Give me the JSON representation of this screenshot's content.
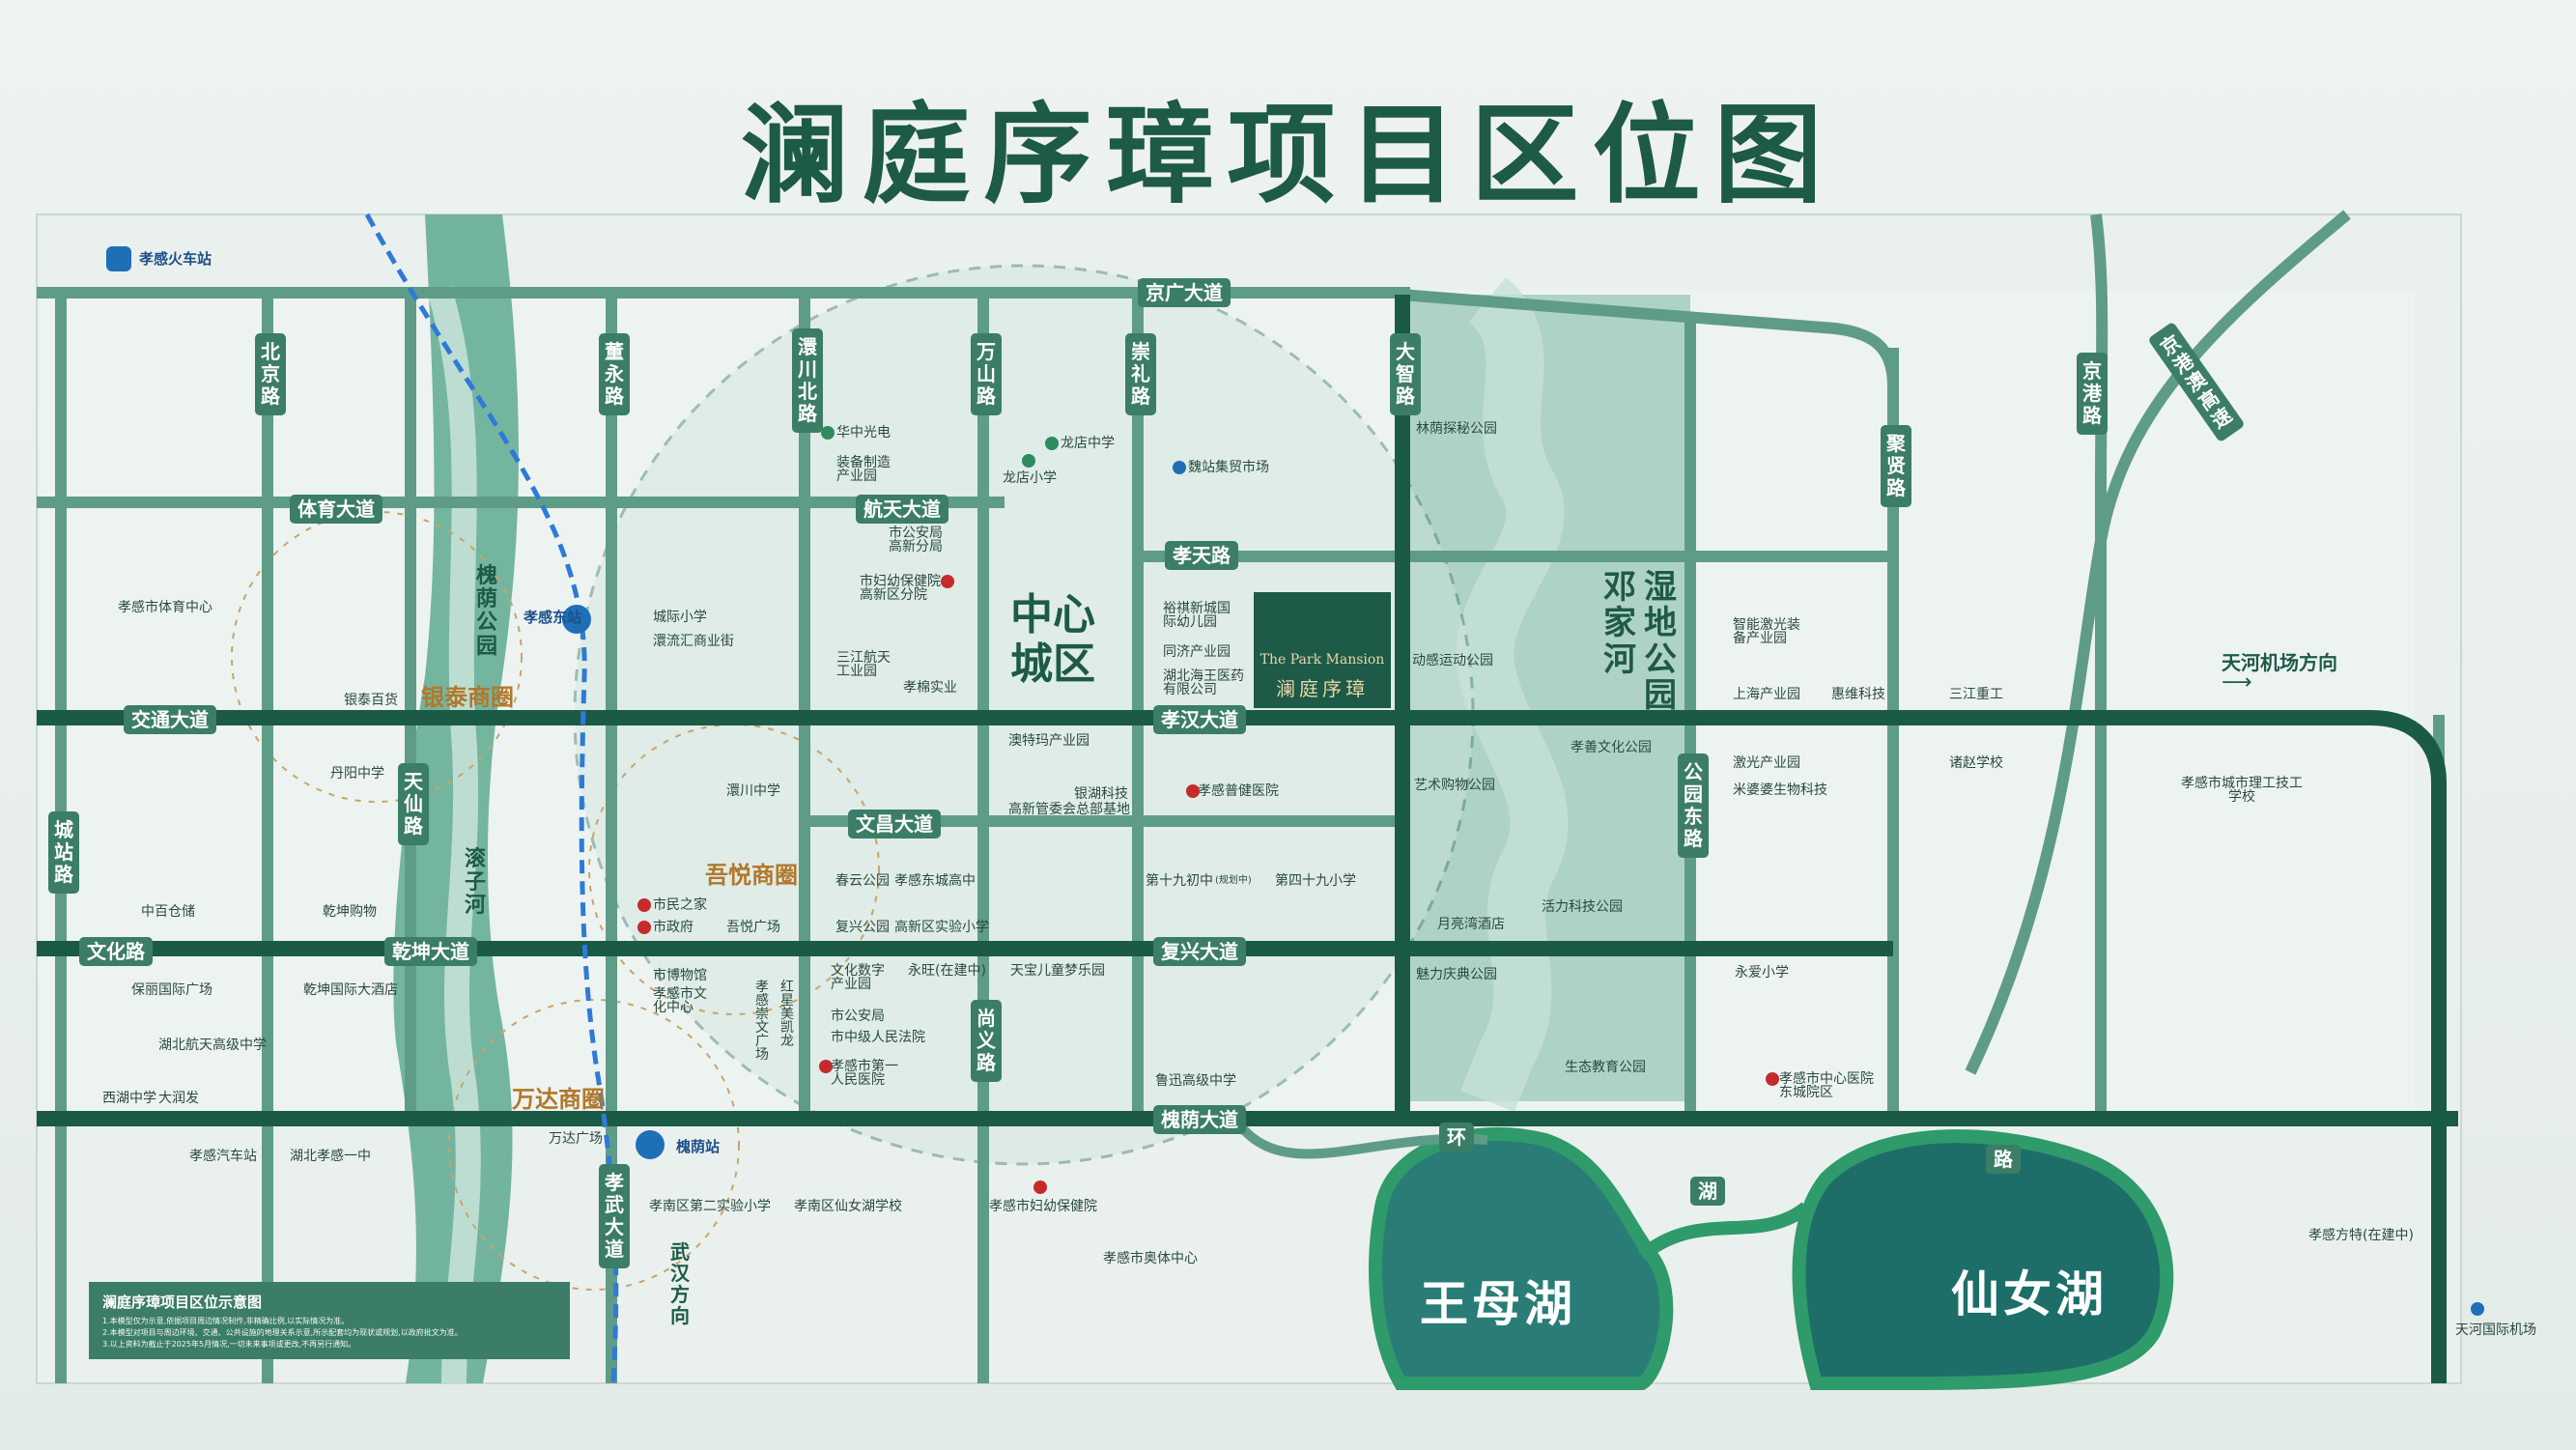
{
  "title": "澜庭序璋项目区位图",
  "colors": {
    "road": "#3b7d67",
    "main_road": "#1b5a45",
    "park": "#4f9c83",
    "lake": "#1d6e68",
    "title": "#1d5a47",
    "business": "#b2782a"
  },
  "roads": {
    "jingguang": "京广大道",
    "tiyu": "体育大道",
    "hangtian": "航天大道",
    "xiaotian": "孝天路",
    "jiaotong": "交通大道",
    "xiaohan": "孝汉大道",
    "wenchang": "文昌大道",
    "wenhua": "文化路",
    "qiankun": "乾坤大道",
    "fuxing": "复兴大道",
    "huaiyin": "槐荫大道",
    "beijing": "北京路",
    "dongyong": "董永路",
    "yuchuanbei": "澴川北路",
    "wanshan": "万山路",
    "chongli": "崇礼路",
    "dazhi": "大智路",
    "juxian": "聚贤路",
    "jinggang": "京港路",
    "jinggangao": "京港澳高速",
    "chengzhan": "城站路",
    "tianxian": "天仙路",
    "gongyuandong": "公园东路",
    "shangyi": "尚义路",
    "xiaowu": "孝武大道",
    "huan": "环",
    "hu": "湖",
    "lu": "路"
  },
  "districts": {
    "center": "中心城区",
    "yintai": "银泰商圈",
    "wuyue": "吾悦商圈",
    "wanda": "万达商圈"
  },
  "parks": {
    "huaiyin": "槐荫公园",
    "denjiahe": "邓家河",
    "shidi": "湿地公园",
    "gunzi": "滚子河",
    "wangmu": "王母湖",
    "xiannv": "仙女湖"
  },
  "project": {
    "en": "The Park Mansion",
    "cn": "澜庭序璋"
  },
  "stations": {
    "train": "孝感火车站",
    "dong": "孝感东站",
    "huaiyin_st": "槐荫站"
  },
  "directions": {
    "airport": "天河机场方向",
    "wuhan": "武汉方向"
  },
  "pois": {
    "p1": "华中光电",
    "p2": "装备制造产业园",
    "p3": "龙店中学",
    "p4": "龙店小学",
    "p5": "魏站集贸市场",
    "p6": "林荫探秘公园",
    "p7": "市公安局高新分局",
    "p8": "市妇幼保健院高新区分院",
    "p9": "裕祺新城国际幼儿园",
    "p10": "同济产业园",
    "p11": "湖北海王医药有限公司",
    "p12": "三江航天工业园",
    "p13": "孝棉实业",
    "p14": "动感运动公园",
    "p15": "智能激光装备产业园",
    "p16": "上海产业园",
    "p17": "惠维科技",
    "p18": "三江重工",
    "p19": "孝感市体育中心",
    "p20": "城际小学",
    "p21": "澴流汇商业街",
    "p22": "银泰百货",
    "p23": "丹阳中学",
    "p24": "澴川中学",
    "p25": "澳特玛产业园",
    "p26": "银湖科技",
    "p27": "高新管委会总部基地",
    "p28": "孝感普健医院",
    "p29": "孝善文化公园",
    "p30": "艺术购物公园",
    "p31": "激光产业园",
    "p32": "米婆婆生物科技",
    "p33": "诸赵学校",
    "p34": "孝感市城市理工技工学校",
    "p35": "春云公园",
    "p36": "孝感东城高中",
    "p37": "复兴公园",
    "p38": "高新区实验小学",
    "p39": "市民之家",
    "p40": "市政府",
    "p41": "吾悦广场",
    "p42": "第十九初中",
    "p43": "第四十九小学",
    "p44": "(规划中)",
    "p45": "月亮湾酒店",
    "p46": "活力科技公园",
    "p47": "中百仓储",
    "p48": "乾坤购物",
    "p49": "保丽国际广场",
    "p50": "乾坤国际大酒店",
    "p51": "湖北航天高级中学",
    "p52": "西湖中学",
    "p53": "大润发",
    "p54": "市博物馆",
    "p55": "孝感市文化中心",
    "p56": "孝感崇文广场",
    "p57": "红星美凯龙",
    "p58": "文化数字产业园",
    "p59": "永旺(在建中)",
    "p60": "天宝儿童梦乐园",
    "p61": "市公安局",
    "p62": "市中级人民法院",
    "p63": "孝感市第一人民医院",
    "p64": "鲁迅高级中学",
    "p65": "魅力庆典公园",
    "p66": "生态教育公园",
    "p67": "永爱小学",
    "p68": "孝感市中心医院东城院区",
    "p69": "孝感汽车站",
    "p70": "湖北孝感一中",
    "p71": "万达广场",
    "p72": "孝南区第二实验小学",
    "p73": "孝南区仙女湖学校",
    "p74": "孝感市妇幼保健院",
    "p75": "孝感市奥体中心",
    "p76": "孝感方特(在建中)",
    "p77": "天河国际机场"
  },
  "note": {
    "heading": "澜庭序璋项目区位示意图",
    "line1": "1.本模型仅为示意,依据项目周边情况制作,非精确比例,以实际情况为准。",
    "line2": "2.本模型对项目与周边环境、交通、公共设施的地理关系示意,所示配套均为现状或规划,以政府批文为准。",
    "line3": "3.以上资料为截止于2025年5月情况,一切未来事项或更改,不再另行通知。"
  }
}
